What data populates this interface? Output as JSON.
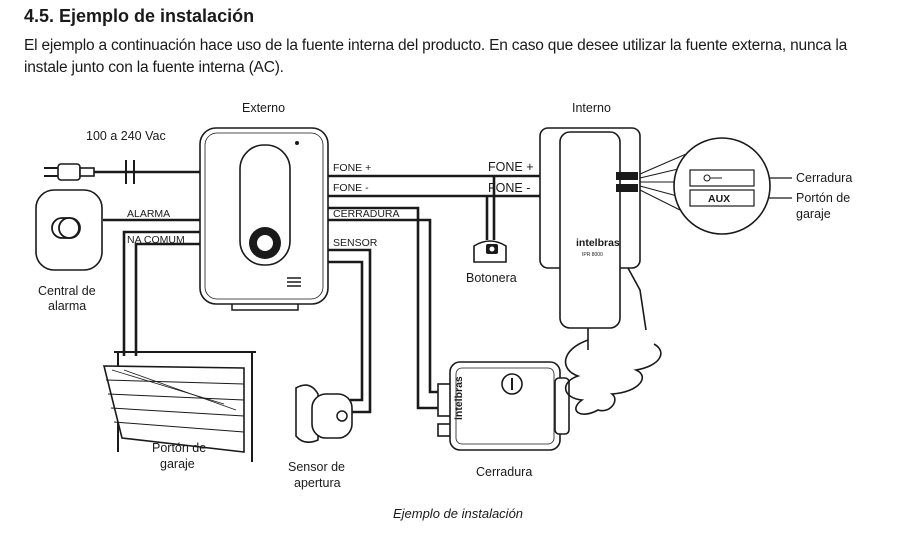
{
  "section": {
    "title": "4.5. Ejemplo de instalación",
    "intro": "El ejemplo a continuación hace uso de la fuente interna del producto. En caso que desee utilizar la fuente externa, nunca la instale junto con la fuente interna (AC)."
  },
  "diagram": {
    "externo_label": "Externo",
    "interno_label": "Interno",
    "power_label": "100 a 240 Vac",
    "central_alarma_line1": "Central de",
    "central_alarma_line2": "alarma",
    "porton_line1": "Portón de",
    "porton_line2": "garaje",
    "sensor_line1": "Sensor de",
    "sensor_line2": "apertura",
    "cerradura_label": "Cerradura",
    "botonera_label": "Botonera",
    "terminals": {
      "fone_plus": "FONE +",
      "fone_minus": "FONE -",
      "alarma": "ALARMA",
      "na_comum": "NA COMUM",
      "cerradura": "CERRADURA",
      "sensor": "SENSOR"
    },
    "interno_fone_plus": "FONE +",
    "interno_fone_minus": "FONE -",
    "callout_cerradura": "Cerradura",
    "callout_porton_line1": "Portón de",
    "callout_porton_line2": "garaje",
    "callout_aux": "AUX",
    "brand_lock": "intelbras",
    "brand_interno": "intelbras",
    "brand_model": "IPR 8000"
  },
  "caption": "Ejemplo de instalación"
}
